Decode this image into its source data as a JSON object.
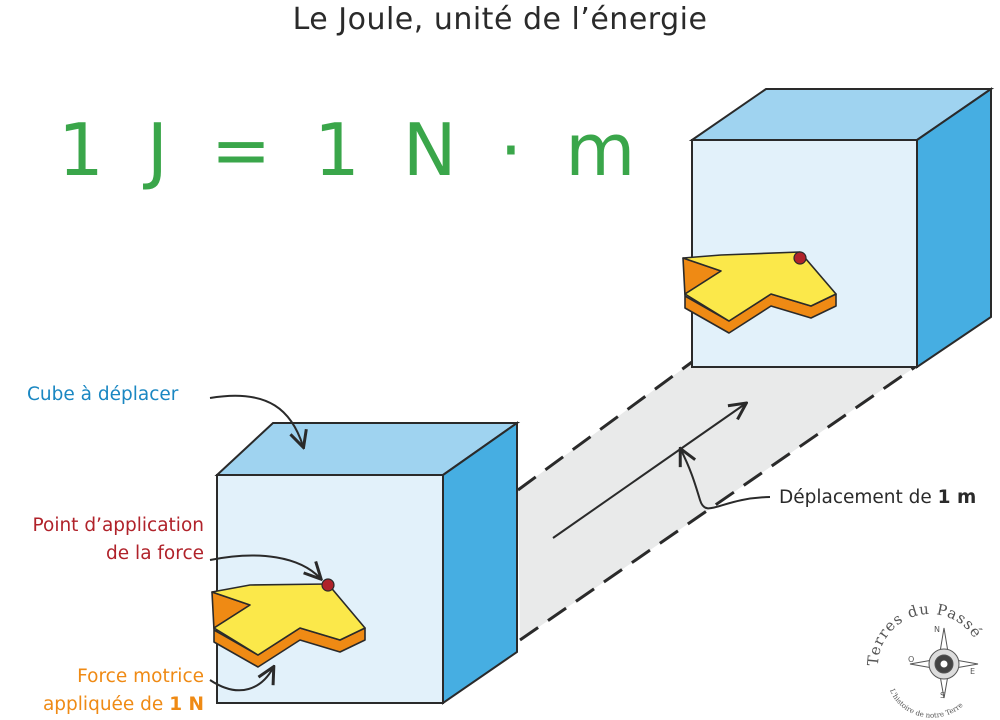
{
  "title": "Le Joule, unité de l’énergie",
  "formula": "1 J = 1 N · m",
  "labels": {
    "cube": "Cube à déplacer",
    "point_line1": "Point d’application",
    "point_line2": "de la force",
    "force_line1": "Force motrice",
    "force_line2_prefix": "appliquée de ",
    "force_value": "1 N",
    "displacement_prefix": "Déplacement de ",
    "displacement_value": "1 m"
  },
  "logo": {
    "name": "Terres du Passé",
    "tagline": "L'histoire de notre Terre",
    "compass": [
      "N",
      "E",
      "S",
      "O"
    ]
  },
  "colors": {
    "formula": "#3aa64a",
    "cube_front": "#e2f1fa",
    "cube_top": "#9fd3f0",
    "cube_side": "#46aee2",
    "arrow_face": "#fbe84a",
    "arrow_edge": "#ef8a14",
    "point": "#b0222a",
    "label_cube": "#1a87c2",
    "label_point": "#b0222a",
    "label_force": "#ef8a14"
  }
}
